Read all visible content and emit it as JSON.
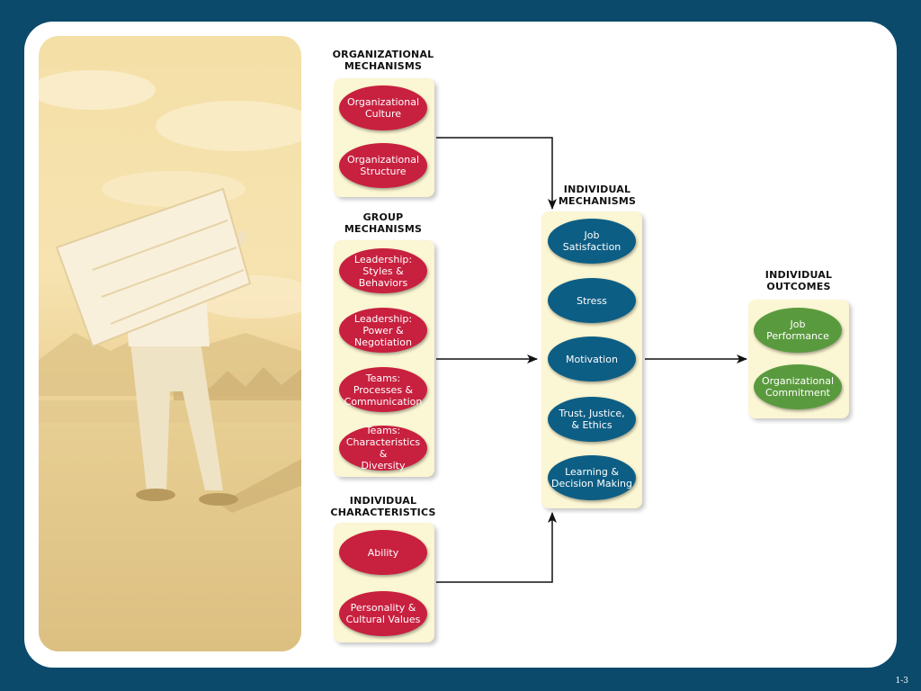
{
  "headers": {
    "org": "ORGANIZATIONAL\nMECHANISMS",
    "group": "GROUP\nMECHANISMS",
    "indiv_char": "INDIVIDUAL\nCHARACTERISTICS",
    "indiv_mech": "INDIVIDUAL\nMECHANISMS",
    "outcomes": "INDIVIDUAL\nOUTCOMES"
  },
  "org_items": [
    "Organizational\nCulture",
    "Organizational\nStructure"
  ],
  "group_items": [
    "Leadership:\nStyles &\nBehaviors",
    "Leadership:\nPower &\nNegotiation",
    "Teams:\nProcesses &\nCommunication",
    "Teams:\nCharacteristics &\nDiversity"
  ],
  "indiv_char_items": [
    "Ability",
    "Personality &\nCultural Values"
  ],
  "mechanism_items": [
    "Job\nSatisfaction",
    "Stress",
    "Motivation",
    "Trust, Justice,\n& Ethics",
    "Learning &\nDecision Making"
  ],
  "outcome_items": [
    "Job\nPerformance",
    "Organizational\nCommitment"
  ],
  "slide_number": "1-3",
  "colors": {
    "frame": "#0b4a6b",
    "panel": "#fbf6d3",
    "red_pill": "#c8203f",
    "blue_pill": "#0d5e84",
    "green_pill": "#5a9a3e",
    "photo_tone": "#f1d9a0"
  }
}
